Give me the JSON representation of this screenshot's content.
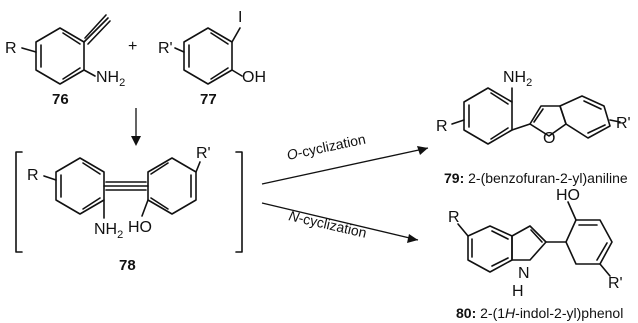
{
  "reactants": {
    "left": {
      "number": "76",
      "substituent": "R",
      "amine": "NH",
      "amine_sub": "2"
    },
    "plus": "+",
    "right": {
      "number": "77",
      "substituent": "R'",
      "halogen": "I",
      "hydroxyl": "OH"
    }
  },
  "intermediate": {
    "number": "78",
    "substituent_left": "R",
    "substituent_right": "R'",
    "amine": "NH",
    "amine_sub": "2",
    "hydroxyl": "HO"
  },
  "pathways": [
    {
      "arrow_prefix": "O",
      "arrow_suffix": "-cyclization",
      "product_number": "79:",
      "product_name": " 2-(benzofuran-2-yl)aniline",
      "substituent_left": "R",
      "substituent_right": "R'",
      "amine": "NH",
      "amine_sub": "2",
      "ring_atom": "O"
    },
    {
      "arrow_prefix": "N",
      "arrow_suffix": "-cyclization",
      "product_number": "80:",
      "product_name_pre": " 2-(1",
      "product_name_italic": "H",
      "product_name_post": "-indol-2-yl)phenol",
      "substituent_left": "R",
      "substituent_right": "R'",
      "hydroxyl": "HO",
      "ring_atom_top": "N",
      "ring_atom_bottom": "H"
    }
  ]
}
